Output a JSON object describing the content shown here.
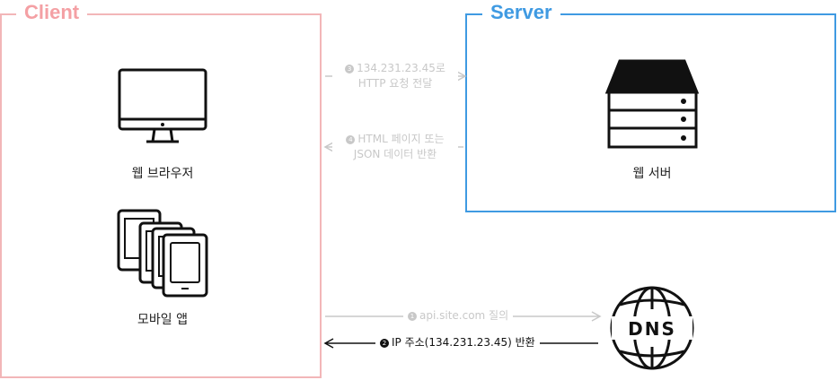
{
  "client": {
    "title": "Client",
    "browser_label": "웹 브라우저",
    "mobile_label": "모바일 앱"
  },
  "server": {
    "title": "Server",
    "web_server_label": "웹 서버"
  },
  "dns": {
    "label": "DNS"
  },
  "steps": [
    {
      "number": "1",
      "text": "api.site.com 질의"
    },
    {
      "number": "2",
      "text": "IP 주소(134.231.23.45) 반환"
    },
    {
      "number": "3",
      "line1": "134.231.23.45로",
      "line2": "HTTP 요청 전달"
    },
    {
      "number": "4",
      "line1": "HTML 페이지 또는",
      "line2": "JSON 데이터 반환"
    }
  ],
  "colors": {
    "client": "#f4a0a4",
    "server": "#3f9ae2",
    "faded": "#c8c8c8",
    "dark": "#111111"
  },
  "icons": [
    "monitor-icon",
    "tablet-stack-icon",
    "server-rack-icon",
    "globe-icon"
  ]
}
